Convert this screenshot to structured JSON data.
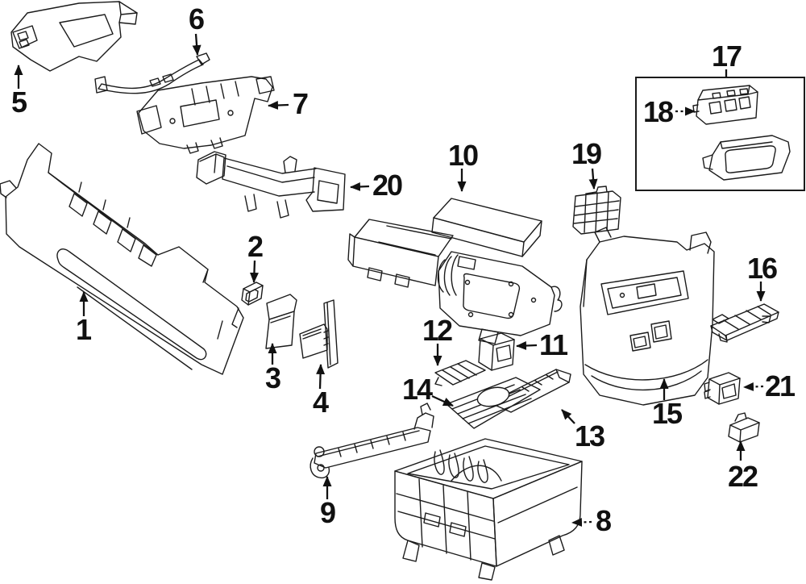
{
  "figure": {
    "type": "exploded-parts-diagram",
    "background_color": "#ffffff",
    "line_color": "#1b1b1b",
    "callouts": [
      {
        "label": "1"
      },
      {
        "label": "2"
      },
      {
        "label": "3"
      },
      {
        "label": "4"
      },
      {
        "label": "5"
      },
      {
        "label": "6"
      },
      {
        "label": "7"
      },
      {
        "label": "8"
      },
      {
        "label": "9"
      },
      {
        "label": "10"
      },
      {
        "label": "11"
      },
      {
        "label": "12"
      },
      {
        "label": "13"
      },
      {
        "label": "14"
      },
      {
        "label": "15"
      },
      {
        "label": "16"
      },
      {
        "label": "17"
      },
      {
        "label": "18"
      },
      {
        "label": "19"
      },
      {
        "label": "20"
      },
      {
        "label": "21"
      },
      {
        "label": "22"
      }
    ]
  }
}
